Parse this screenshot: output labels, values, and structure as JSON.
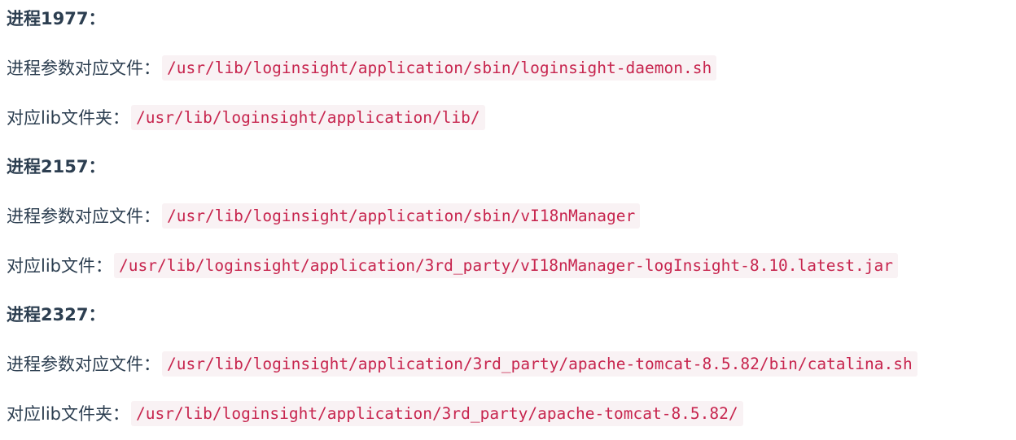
{
  "blocks": [
    {
      "heading": "进程1977：",
      "rows": [
        {
          "label": "进程参数对应文件：",
          "code": "/usr/lib/loginsight/application/sbin/loginsight-daemon.sh"
        },
        {
          "label": "对应lib文件夹：",
          "code": "/usr/lib/loginsight/application/lib/"
        }
      ]
    },
    {
      "heading": "进程2157：",
      "rows": [
        {
          "label": "进程参数对应文件：",
          "code": "/usr/lib/loginsight/application/sbin/vI18nManager"
        },
        {
          "label": "对应lib文件：",
          "code": "/usr/lib/loginsight/application/3rd_party/vI18nManager-logInsight-8.10.latest.jar"
        }
      ]
    },
    {
      "heading": "进程2327：",
      "rows": [
        {
          "label": "进程参数对应文件：",
          "code": "/usr/lib/loginsight/application/3rd_party/apache-tomcat-8.5.82/bin/catalina.sh"
        },
        {
          "label": "对应lib文件夹：",
          "code": "/usr/lib/loginsight/application/3rd_party/apache-tomcat-8.5.82/"
        }
      ]
    }
  ]
}
